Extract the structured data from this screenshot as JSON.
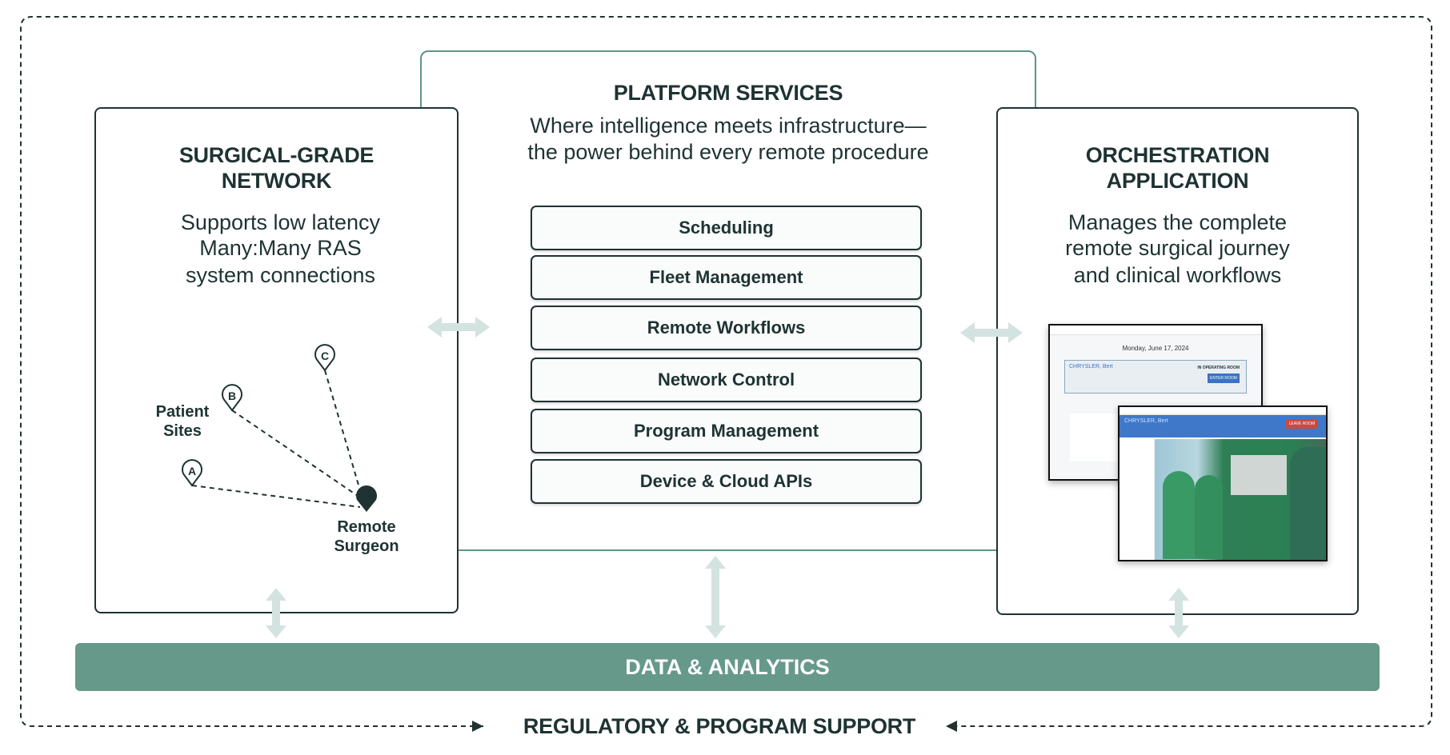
{
  "platform": {
    "title": "PLATFORM SERVICES",
    "subtitle_line1": "Where intelligence meets infrastructure—",
    "subtitle_line2": "the power behind every remote procedure",
    "services": [
      "Scheduling",
      "Fleet Management",
      "Remote Workflows",
      "Network Control",
      "Program Management",
      "Device & Cloud APIs"
    ]
  },
  "network": {
    "title_line1": "SURGICAL-GRADE",
    "title_line2": "NETWORK",
    "subtitle_lines": [
      "Supports low latency",
      "Many:Many RAS",
      "system connections"
    ],
    "patient_sites_label": [
      "Patient",
      "Sites"
    ],
    "site_labels": [
      "A",
      "B",
      "C"
    ],
    "surgeon_label": [
      "Remote",
      "Surgeon"
    ]
  },
  "orchestration": {
    "title_line1": "ORCHESTRATION",
    "title_line2": "APPLICATION",
    "subtitle_lines": [
      "Manages the complete",
      "remote surgical journey",
      "and clinical workflows"
    ],
    "mockup": {
      "date": "Monday, June 17, 2024",
      "patient": "CHRYSLER, Bert",
      "status": "IN OPERATING ROOM",
      "enter_button": "ENTER ROOM",
      "leave_button": "LEAVE ROOM"
    }
  },
  "data_bar": {
    "label": "DATA & ANALYTICS"
  },
  "footer": {
    "label": "REGULATORY & PROGRAM SUPPORT"
  },
  "colors": {
    "dark": "#1e3332",
    "teal": "#66998a",
    "arrow": "#d3e3e0",
    "platform_border": "#5f9484"
  }
}
